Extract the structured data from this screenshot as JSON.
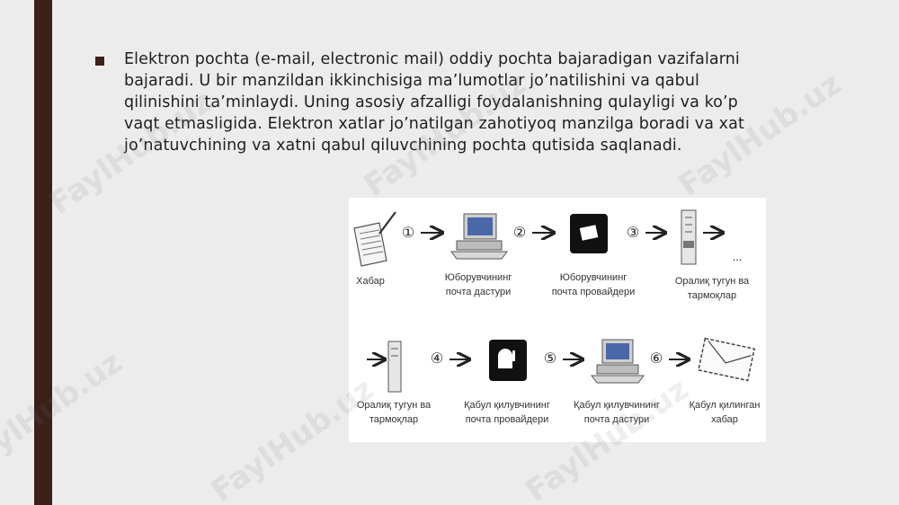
{
  "slide": {
    "bullet_text": "Elektron pochta (e-mail, electronic mail) oddiy pochta bajaradigan vazifalarni bajaradi. U bir manzildan ikkinchisiga ma’lumotlar jo’natilishini va qabul qilinishini ta’minlaydi. Uning asosiy afzalligi foydalanishning qulayligi va ko’p vaqt etmasligida. Elektron xatlar jo’natilgan zahotiyoq manzilga boradi va xat jo’natuvchining va xatni qabul qiluvchining pochta qutisida saqlanadi."
  },
  "diagram": {
    "row1": {
      "steps": [
        "①",
        "②",
        "③"
      ],
      "ellipsis": "...",
      "captions": {
        "message": "Хабар",
        "sender_program": [
          "Юборувчининг",
          "почта дастури"
        ],
        "sender_provider": [
          "Юборувчининг",
          "почта провайдери"
        ],
        "intermediate": [
          "Оралиқ тугун ва",
          "тармоқлар"
        ]
      }
    },
    "row2": {
      "steps": [
        "④",
        "⑤",
        "⑥"
      ],
      "captions": {
        "intermediate": [
          "Оралиқ тугун ва",
          "тармоқлар"
        ],
        "receiver_provider": [
          "Қабул қилувчининг",
          "почта провайдери"
        ],
        "receiver_program": [
          "Қабул қилувчининг",
          "почта дастури"
        ],
        "received_message": [
          "Қабул қилинган",
          "хабар"
        ]
      }
    },
    "icons": [
      "message-paper-icon",
      "computer-icon",
      "provider-box-icon",
      "network-node-icon",
      "mailbox-icon",
      "computer-icon",
      "envelope-icon"
    ]
  },
  "watermark": {
    "text": "FaylHub.uz"
  }
}
